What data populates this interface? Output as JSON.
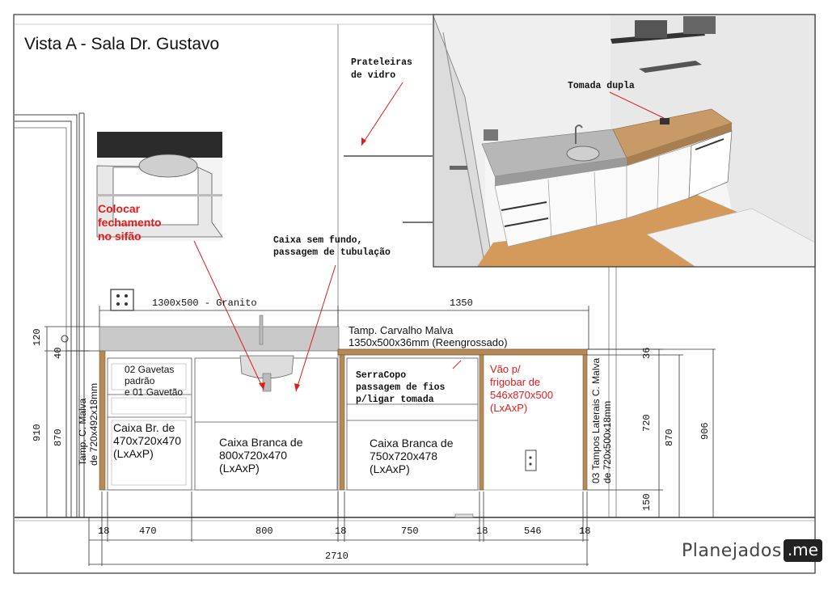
{
  "title": "Vista A - Sala Dr. Gustavo",
  "notes": {
    "prateleiras": [
      "Prateleiras",
      "de vidro"
    ],
    "tomada_dupla": "Tomada dupla",
    "colocar": [
      "Colocar",
      "fechamento",
      "no sifão"
    ],
    "caixa_sem_fundo": [
      "Caixa sem fundo,",
      "passagem de tubulação"
    ],
    "granito": "1300x500 -  Granito",
    "top_1350": "1350",
    "tampo_carvalho": [
      "Tamp. Carvalho Malva",
      "1350x500x36mm  (Reengrossado)"
    ],
    "gavetas": [
      "02 Gavetas",
      "padrão",
      "e 01 Gavetão"
    ],
    "caixa_br": [
      "Caixa Br. de",
      "470x720x470",
      "(LxAxP)"
    ],
    "caixa_800": [
      "Caixa Branca de",
      "800x720x470",
      "(LxAxP)"
    ],
    "serracopo": [
      "SerraCopo",
      "passagem de fios",
      "p/ligar tomada"
    ],
    "caixa_750": [
      "Caixa Branca de",
      "750x720x478",
      "(LxAxP)"
    ],
    "vao": [
      "Vão p/",
      "frigobar de",
      "546x870x500",
      "(LxAxP)"
    ],
    "tamp_lateral_esq": [
      "Tamp. C. Malva",
      "de 720x492x18mm"
    ],
    "tampos_laterais": [
      "03 Tampos Laterais C. Malva",
      "de 720x500x18mm"
    ]
  },
  "dims": {
    "left": [
      "120",
      "40",
      "910",
      "870"
    ],
    "right": [
      "36",
      "720",
      "870",
      "906",
      "150"
    ],
    "bottom": [
      "18",
      "470",
      "800",
      "18",
      "750",
      "18",
      "546",
      "18"
    ],
    "total": "2710"
  },
  "logo": {
    "word": "Planejados",
    "badge": ".me"
  },
  "colors": {
    "annotation_red": "#e01a1a",
    "wood": "#b58a57",
    "granite": "#c8c8c8",
    "floor_wood": "#d39a5c"
  }
}
